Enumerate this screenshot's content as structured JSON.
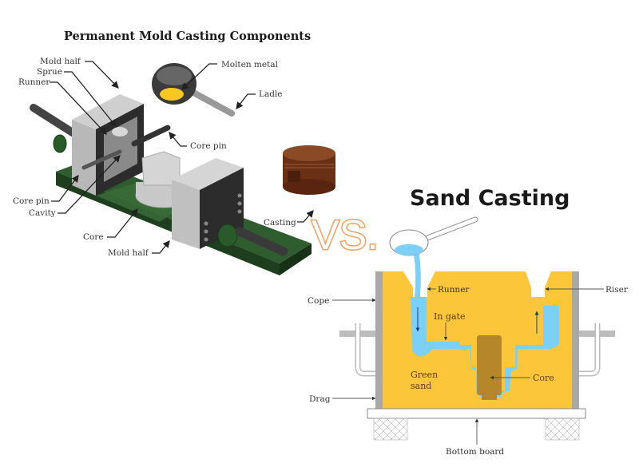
{
  "permanent_mold": {
    "title": "Permanent Mold Casting Components",
    "labels": {
      "mold_half_top": "Mold half",
      "sprue": "Sprue",
      "runner": "Runner",
      "molten_metal": "Molten metal",
      "ladle": "Ladle",
      "core_pin_right": "Core pin",
      "core_pin_left": "Core pin",
      "cavity": "Cavity",
      "core": "Core",
      "mold_half_bottom": "Mold half",
      "casting": "Casting"
    }
  },
  "versus": "VS.",
  "sand_casting": {
    "title": "Sand Casting",
    "labels": {
      "runner": "Runner",
      "riser": "Riser",
      "cope": "Cope",
      "in_gate": "In gate",
      "green_sand_line1": "Green",
      "green_sand_line2": "sand",
      "core": "Core",
      "drag": "Drag",
      "bottom_board": "Bottom board"
    }
  },
  "colors": {
    "sand": "#fcc63a",
    "molten_blue": "#7dd0f5",
    "core_brown": "#b5862a",
    "base_green": "#2d5a2d",
    "molten_yellow": "#f8c820",
    "casting_brown": "#7a3a1a",
    "vs_orange": "#f0a060"
  }
}
